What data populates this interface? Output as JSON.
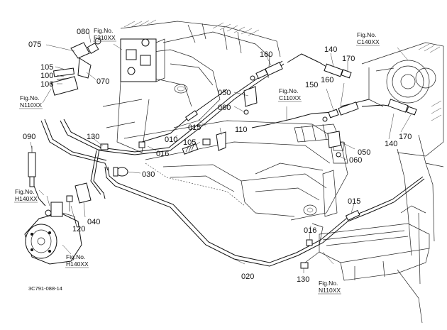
{
  "diagram": {
    "code": "3C791-088-14",
    "part_labels": [
      "075",
      "080",
      "105",
      "100",
      "106",
      "070",
      "160",
      "140",
      "170",
      "150",
      "160",
      "050",
      "060",
      "015",
      "010",
      "016",
      "130",
      "105",
      "110",
      "030",
      "040",
      "120",
      "090",
      "015",
      "016",
      "020",
      "130",
      "050",
      "060",
      "140",
      "170"
    ],
    "figure_refs": [
      {
        "line1": "Fig.No.",
        "line2": "F310XX"
      },
      {
        "line1": "Fig.No.",
        "line2": "C140XX"
      },
      {
        "line1": "Fig.No.",
        "line2": "N110XX"
      },
      {
        "line1": "Fig.No.",
        "line2": "C110XX"
      },
      {
        "line1": "Fig.No.",
        "line2": "H140XX"
      },
      {
        "line1": "Fig.No.",
        "line2": "H140XX"
      },
      {
        "line1": "Fig.No.",
        "line2": "N110XX"
      }
    ]
  }
}
